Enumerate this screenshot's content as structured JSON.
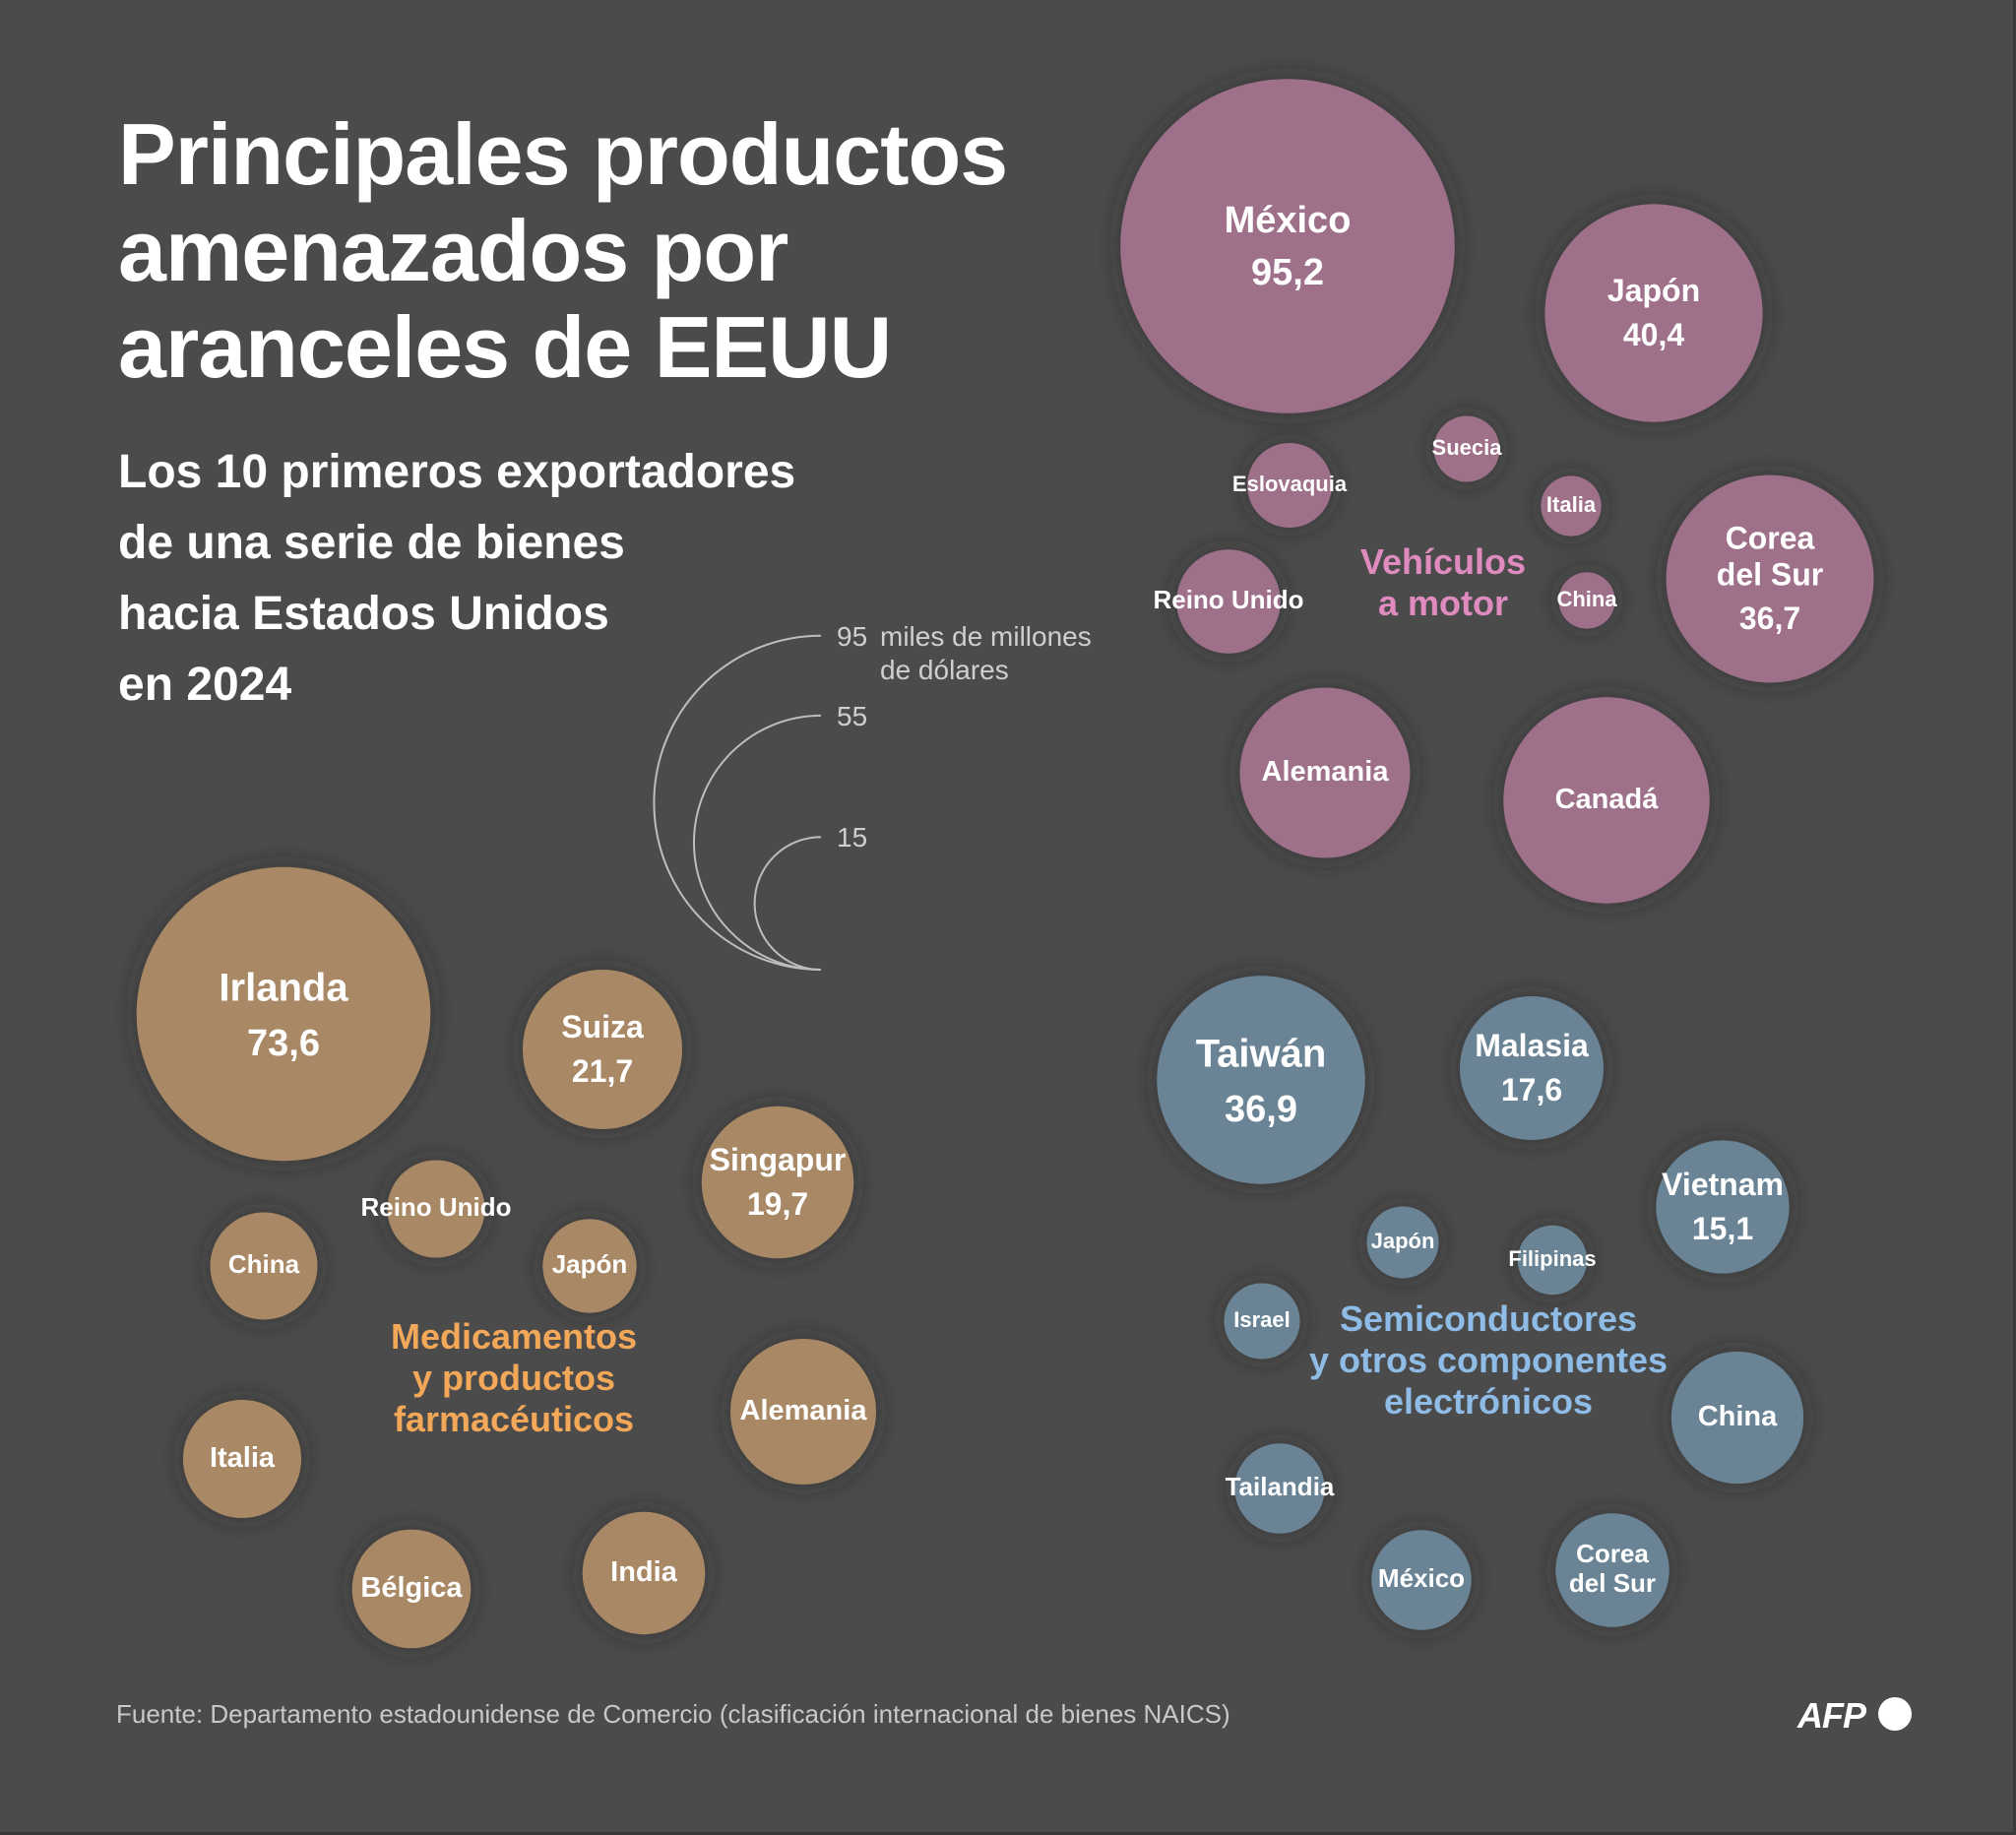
{
  "title_lines": [
    "Principales productos",
    "amenazados por",
    "aranceles de EEUU"
  ],
  "subtitle_lines": [
    "Los 10 primeros exportadores",
    "de una serie de bienes",
    "hacia Estados Unidos",
    "en 2024"
  ],
  "source": "Fuente: Departamento estadounidense de Comercio (clasificación internacional de bienes NAICS)",
  "logo": "AFP",
  "legend": {
    "unit_lines": [
      "miles de millones",
      "de dólares"
    ],
    "values": [
      95,
      55,
      15
    ],
    "labels": [
      "95",
      "55",
      "15"
    ]
  },
  "colors": {
    "background": "#4b4b4b",
    "vehicles": "#9e6f8a",
    "vehicles_label": "#e08bbf",
    "pharma": "#a98865",
    "pharma_label": "#f3a758",
    "semis": "#6b8496",
    "semis_label": "#8fbce6"
  },
  "chart_data": {
    "type": "bubble",
    "unit": "miles de millones de dólares",
    "groups": [
      {
        "name_lines": [
          "Vehículos",
          "a motor"
        ],
        "color_key": "vehicles",
        "items": [
          {
            "name": "México",
            "value": 95.2,
            "value_label": "95,2"
          },
          {
            "name": "Japón",
            "value": 40.4,
            "value_label": "40,4"
          },
          {
            "name": "Corea del Sur",
            "name_lines": [
              "Corea",
              "del Sur"
            ],
            "value": 36.7,
            "value_label": "36,7"
          },
          {
            "name": "Canadá",
            "value": 36.2
          },
          {
            "name": "Alemania",
            "value": 24.7
          },
          {
            "name": "Reino Unido",
            "value": 9.2
          },
          {
            "name": "Eslovaquia",
            "value": 6.1
          },
          {
            "name": "Suecia",
            "value": 3.7
          },
          {
            "name": "Italia",
            "value": 3.1
          },
          {
            "name": "China",
            "value": 2.7
          }
        ]
      },
      {
        "name_lines": [
          "Medicamentos",
          "y productos",
          "farmacéuticos"
        ],
        "color_key": "pharma",
        "items": [
          {
            "name": "Irlanda",
            "value": 73.6,
            "value_label": "73,6"
          },
          {
            "name": "Suiza",
            "value": 21.7,
            "value_label": "21,7"
          },
          {
            "name": "Singapur",
            "value": 19.7,
            "value_label": "19,7"
          },
          {
            "name": "Alemania",
            "value": 18.1
          },
          {
            "name": "India",
            "value": 12.8
          },
          {
            "name": "Bélgica",
            "value": 12.0
          },
          {
            "name": "Italia",
            "value": 11.9
          },
          {
            "name": "China",
            "value": 9.8
          },
          {
            "name": "Reino Unido",
            "value": 8.1
          },
          {
            "name": "Japón",
            "value": 7.5
          }
        ]
      },
      {
        "name_lines": [
          "Semiconductores",
          "y otros componentes",
          "electrónicos"
        ],
        "color_key": "semis",
        "items": [
          {
            "name": "Taiwán",
            "value": 36.9,
            "value_label": "36,9"
          },
          {
            "name": "Malasia",
            "value": 17.6,
            "value_label": "17,6"
          },
          {
            "name": "Vietnam",
            "value": 15.1,
            "value_label": "15,1"
          },
          {
            "name": "China",
            "value": 14.9
          },
          {
            "name": "Corea del Sur",
            "name_lines": [
              "Corea",
              "del Sur"
            ],
            "value": 11.0
          },
          {
            "name": "México",
            "value": 8.5
          },
          {
            "name": "Tailandia",
            "value": 6.9
          },
          {
            "name": "Israel",
            "value": 4.9
          },
          {
            "name": "Japón",
            "value": 4.4
          },
          {
            "name": "Filipinas",
            "value": 4.1
          }
        ]
      }
    ]
  }
}
